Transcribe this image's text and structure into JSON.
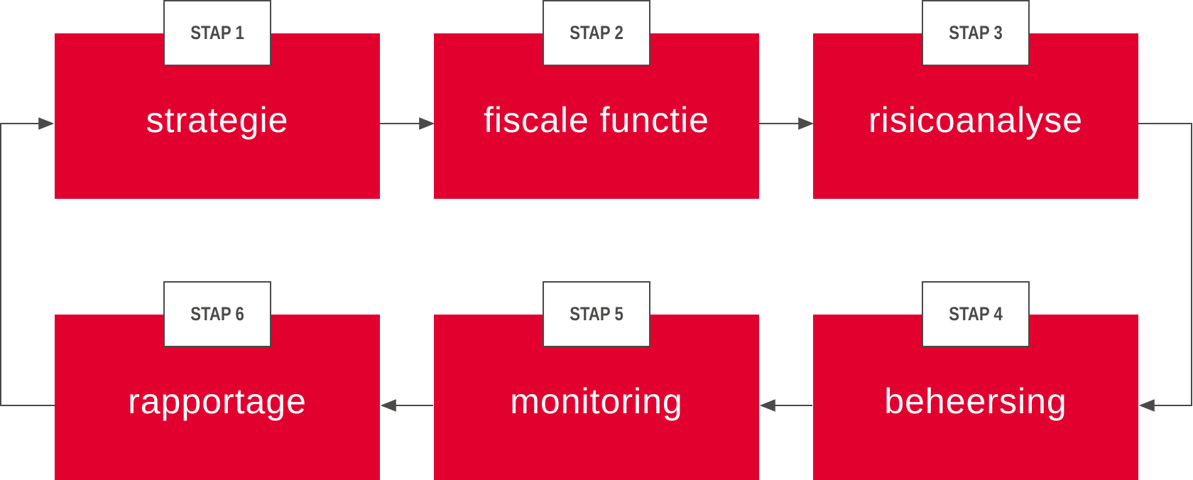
{
  "colors": {
    "box_fill": "#e2002f",
    "label_text": "#ffffff",
    "tag_border": "#4a4a48",
    "tag_text": "#4a4a48",
    "connector": "#4a4a48"
  },
  "steps": [
    {
      "tag": "STAP 1",
      "label": "strategie"
    },
    {
      "tag": "STAP 2",
      "label": "fiscale functie"
    },
    {
      "tag": "STAP 3",
      "label": "risicoanalyse"
    },
    {
      "tag": "STAP 4",
      "label": "beheersing"
    },
    {
      "tag": "STAP 5",
      "label": "monitoring"
    },
    {
      "tag": "STAP 6",
      "label": "rapportage"
    }
  ]
}
